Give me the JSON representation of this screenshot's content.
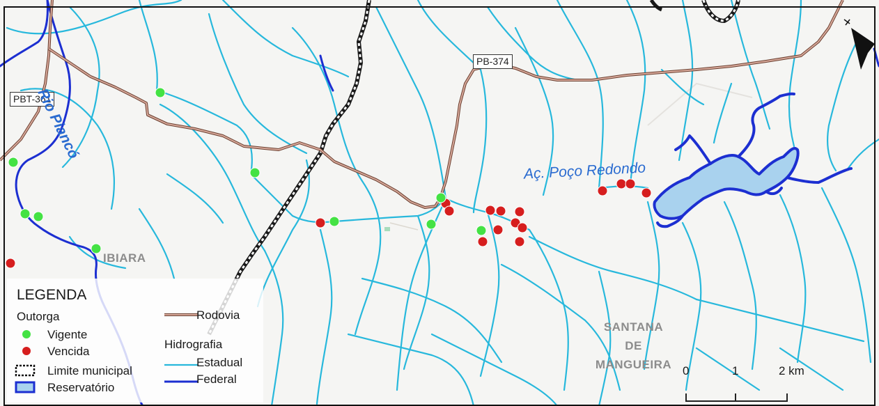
{
  "roads": {
    "pb374": "PB-374",
    "pbt361": "PBT-361"
  },
  "water_labels": {
    "river": "Rio Piancó",
    "reservoir": "Aç. Poço Redondo"
  },
  "places": {
    "ibiara": "IBIARA",
    "santana_line1": "SANTANA",
    "santana_line2": "DE",
    "santana_line3": "MANGUEIRA"
  },
  "legend": {
    "title": "LEGENDA",
    "outorga": "Outorga",
    "vigente": "Vigente",
    "vencida": "Vencida",
    "limite_municipal": "Limite municipal",
    "reservatorio": "Reservatório",
    "rodovia": "Rodovia",
    "hidrografia": "Hidrografia",
    "estadual": "Estadual",
    "federal": "Federal"
  },
  "scale_bar": {
    "labels": [
      "0",
      "1",
      "2 km"
    ]
  },
  "colors": {
    "vigente": "#44e244",
    "vencida": "#d61e1e",
    "river_estadual": "#27b8dc",
    "river_federal": "#1c2fd1",
    "road": "#a06a58",
    "reservoir_fill": "#a9d2ee",
    "reservoir_border": "#1c2fd1"
  },
  "icons": {
    "north_arrow": "north-arrow-icon"
  }
}
